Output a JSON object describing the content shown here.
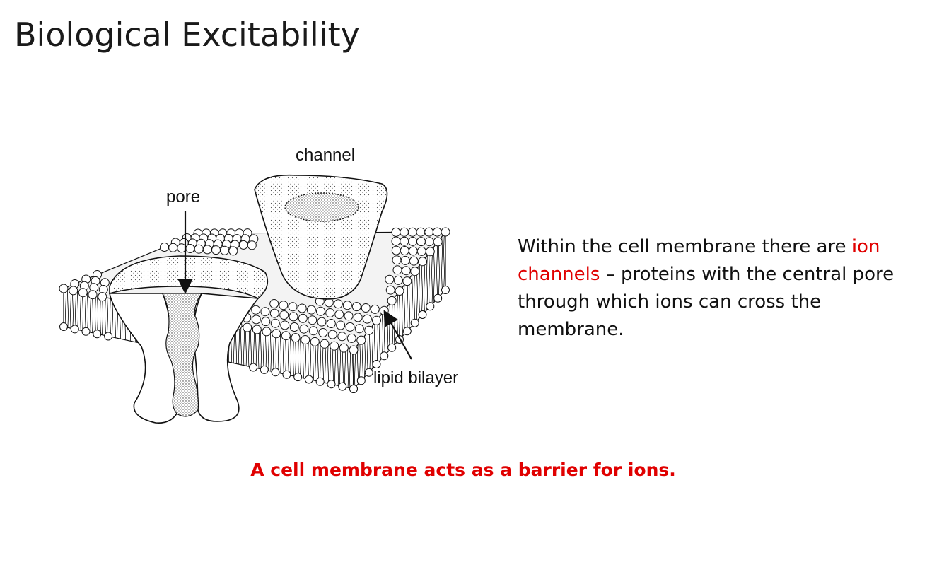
{
  "slide": {
    "title": "Biological Excitability"
  },
  "diagram": {
    "labels": {
      "channel": "channel",
      "pore": "pore",
      "lipid_bilayer": "lipid bilayer"
    }
  },
  "description": {
    "part1": "Within the cell membrane there are ",
    "highlight": "ion channels",
    "part2": " – proteins with the central pore through which ions can cross the membrane."
  },
  "conclusion": {
    "text": "A cell membrane acts as a barrier for ions."
  },
  "colors": {
    "text": "#111111",
    "accent": "#e00000",
    "background": "#ffffff"
  }
}
